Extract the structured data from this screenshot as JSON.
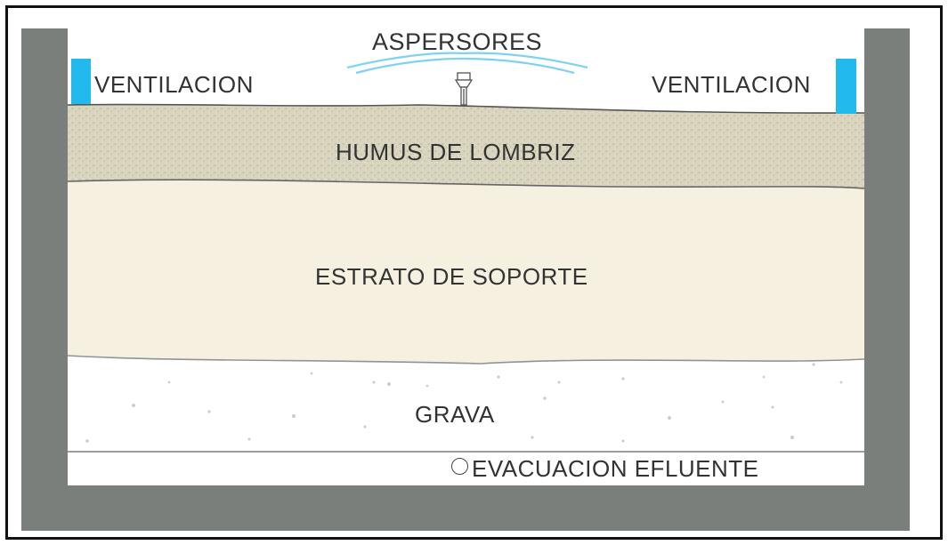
{
  "labels": {
    "sprinklers": "ASPERSORES",
    "ventilation_left": "VENTILACION",
    "ventilation_right": "VENTILACION",
    "humus": "HUMUS DE LOMBRIZ",
    "support": "ESTRATO DE SOPORTE",
    "gravel": "GRAVA",
    "effluent": "EVACUACION EFLUENTE"
  },
  "colors": {
    "wall": "#7b7f7b",
    "vent": "#22b9ee",
    "spray": "#7fd3f0",
    "humus": "#d8d3bd",
    "support": "#f5f0df",
    "gravel": "#ffffff",
    "text": "#333333"
  },
  "icons": {
    "sprinkler": "sprinkler-icon",
    "drain": "drain-outlet-icon"
  }
}
